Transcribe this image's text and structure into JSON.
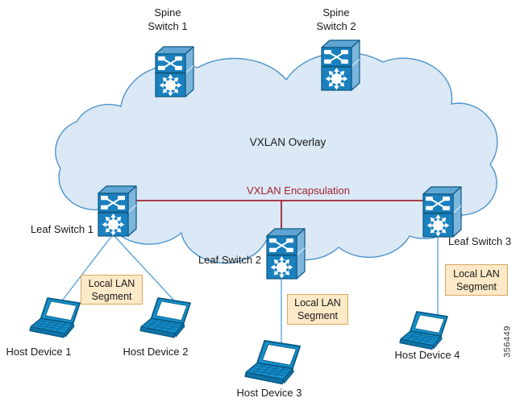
{
  "figure_number": "356449",
  "overlay": {
    "title": "VXLAN Overlay",
    "encapsulation_label": "VXLAN Encapsulation"
  },
  "nodes": {
    "spine1": {
      "label": "Spine\nSwitch 1"
    },
    "spine2": {
      "label": "Spine\nSwitch 2"
    },
    "leaf1": {
      "label": "Leaf Switch 1"
    },
    "leaf2": {
      "label": "Leaf Switch 2"
    },
    "leaf3": {
      "label": "Leaf Switch 3"
    },
    "host1": {
      "label": "Host Device 1"
    },
    "host2": {
      "label": "Host Device 2"
    },
    "host3": {
      "label": "Host Device 3"
    },
    "host4": {
      "label": "Host Device 4"
    }
  },
  "lan_segments": [
    {
      "label": "Local LAN\nSegment"
    },
    {
      "label": "Local LAN\nSegment"
    },
    {
      "label": "Local LAN\nSegment"
    }
  ],
  "icons": {
    "switch": "3d-network-switch-icon",
    "host": "laptop-icon",
    "overlay": "cloud-shape"
  },
  "colors": {
    "cloud_fill": "#dbe8f5",
    "cloud_stroke": "#4e94cc",
    "switch_blue": "#1b80be",
    "encapsulation_red": "#a32332",
    "link_blue": "#5aa7da",
    "lan_box_fill": "#fbe9c8",
    "lan_box_border": "#dba65c"
  }
}
